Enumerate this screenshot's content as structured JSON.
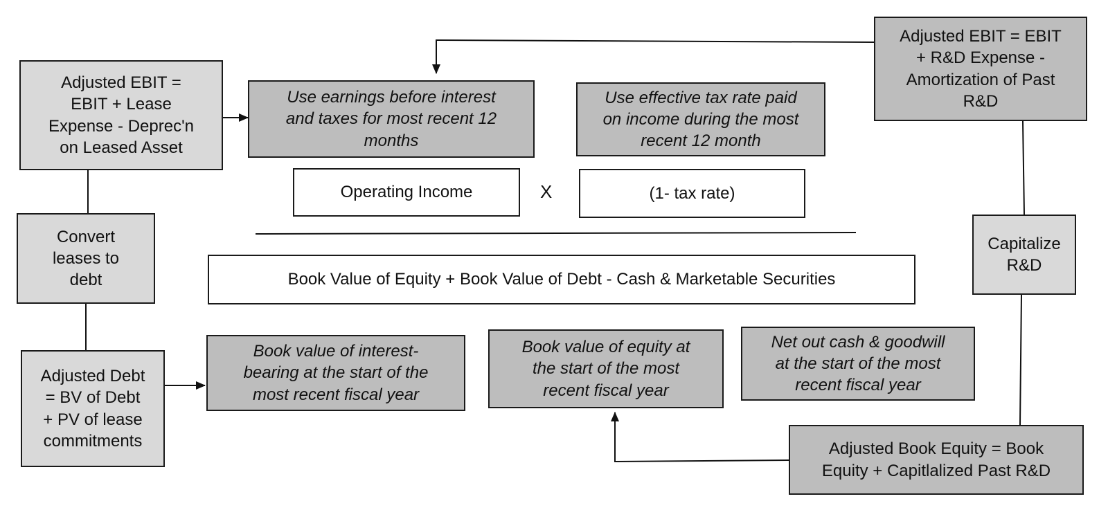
{
  "left_column": {
    "adjusted_ebit_lease": "Adjusted EBIT =\nEBIT + Lease\nExpense - Deprec'n\non Leased Asset",
    "convert_leases": "Convert\nleases to\ndebt",
    "adjusted_debt": "Adjusted Debt\n= BV of Debt\n+ PV of lease\ncommitments"
  },
  "right_column": {
    "adjusted_ebit_rd": "Adjusted EBIT = EBIT\n+ R&D Expense -\nAmortization of Past\nR&D",
    "capitalize_rd": "Capitalize\nR&D",
    "adjusted_book_equity": "Adjusted Book Equity = Book\nEquity + Capitlalized Past R&D"
  },
  "numerator": {
    "operating_income_note": "Use earnings before interest\nand taxes for most recent 12\nmonths",
    "tax_rate_note": "Use effective tax rate paid\non income during the most\nrecent 12 month",
    "operating_income": "Operating Income",
    "multiply_sign": "X",
    "tax_term": "(1- tax rate)"
  },
  "denominator": {
    "formula": "Book Value of Equity + Book Value of Debt - Cash & Marketable Securities",
    "debt_note": "Book value of interest-\nbearing  at the start of the\nmost recent fiscal year",
    "equity_note": "Book value of equity at\nthe start of the most\nrecent fiscal year",
    "cash_note": "Net out cash & goodwill\nat the start of the most\nrecent fiscal year"
  }
}
